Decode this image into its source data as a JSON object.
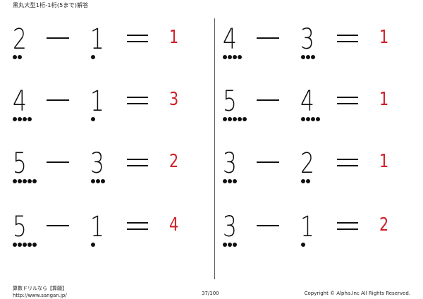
{
  "header": {
    "title": "黒丸大型1桁-1桁(5まで)解答"
  },
  "operators": {
    "minus": "−",
    "equals": "="
  },
  "problems_left": [
    {
      "a": "2",
      "b": "1",
      "answer": "1",
      "a_dots": 2,
      "b_dots": 1
    },
    {
      "a": "4",
      "b": "1",
      "answer": "3",
      "a_dots": 4,
      "b_dots": 1
    },
    {
      "a": "5",
      "b": "3",
      "answer": "2",
      "a_dots": 5,
      "b_dots": 3
    },
    {
      "a": "5",
      "b": "1",
      "answer": "4",
      "a_dots": 5,
      "b_dots": 1
    }
  ],
  "problems_right": [
    {
      "a": "4",
      "b": "3",
      "answer": "1",
      "a_dots": 4,
      "b_dots": 3
    },
    {
      "a": "5",
      "b": "4",
      "answer": "1",
      "a_dots": 5,
      "b_dots": 4
    },
    {
      "a": "3",
      "b": "2",
      "answer": "1",
      "a_dots": 3,
      "b_dots": 2
    },
    {
      "a": "3",
      "b": "1",
      "answer": "2",
      "a_dots": 3,
      "b_dots": 1
    }
  ],
  "footer": {
    "site_name": "算数ドリルなら【算願】",
    "url": "http://www.sangan.jp/",
    "page": "37/100",
    "copyright": "Copyright © Alpha.Inc All Rights Reserved."
  },
  "colors": {
    "answer": "#d0202a",
    "text": "#111111"
  }
}
